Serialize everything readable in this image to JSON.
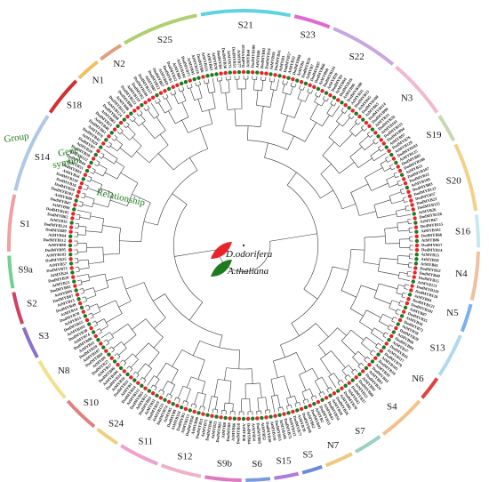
{
  "groups": [
    {
      "name": "S21",
      "start": -11,
      "end": 12,
      "color": "#5fd3e0"
    },
    {
      "name": "S23",
      "start": 12,
      "end": 22,
      "color": "#e06bd0"
    },
    {
      "name": "S22",
      "start": 22,
      "end": 40,
      "color": "#c9a6e0"
    },
    {
      "name": "N3",
      "start": 40,
      "end": 56,
      "color": "#f3b8c8"
    },
    {
      "name": "S19",
      "start": 56,
      "end": 64,
      "color": "#c8d8b0"
    },
    {
      "name": "S20",
      "start": 64,
      "end": 82,
      "color": "#f3d08a"
    },
    {
      "name": "S16",
      "start": 82,
      "end": 91,
      "color": "#c8e8f0"
    },
    {
      "name": "N4",
      "start": 91,
      "end": 104,
      "color": "#f0c0a0"
    },
    {
      "name": "N5",
      "start": 104,
      "end": 112,
      "color": "#7ab0f0"
    },
    {
      "name": "S13",
      "start": 112,
      "end": 124,
      "color": "#b0d8f0"
    },
    {
      "name": "N6",
      "start": 124,
      "end": 131,
      "color": "#e04040"
    },
    {
      "name": "S4",
      "start": 131,
      "end": 144,
      "color": "#f7c08a"
    },
    {
      "name": "S7",
      "start": 144,
      "end": 152,
      "color": "#9ad0c0"
    },
    {
      "name": "N7",
      "start": 152,
      "end": 160,
      "color": "#f0c880"
    },
    {
      "name": "S5",
      "start": 160,
      "end": 166,
      "color": "#6a8ae0"
    },
    {
      "name": "S15",
      "start": 166,
      "end": 173,
      "color": "#b07ae0"
    },
    {
      "name": "S6",
      "start": 173,
      "end": 180,
      "color": "#7a9ae0"
    },
    {
      "name": "S9b",
      "start": 180,
      "end": 190,
      "color": "#e07ac0"
    },
    {
      "name": "S12",
      "start": 190,
      "end": 201,
      "color": "#f0b0c8"
    },
    {
      "name": "S11",
      "start": 201,
      "end": 212,
      "color": "#f0a0d0"
    },
    {
      "name": "S24",
      "start": 212,
      "end": 219,
      "color": "#f0d080"
    },
    {
      "name": "S10",
      "start": 219,
      "end": 229,
      "color": "#e08080"
    },
    {
      "name": "N8",
      "start": 229,
      "end": 241,
      "color": "#f0e090"
    },
    {
      "name": "S3",
      "start": 241,
      "end": 250,
      "color": "#8a70c8"
    },
    {
      "name": "S2",
      "start": 250,
      "end": 259,
      "color": "#d04060"
    },
    {
      "name": "S9a",
      "start": 259,
      "end": 268,
      "color": "#70d090"
    },
    {
      "name": "S1",
      "start": 268,
      "end": 283,
      "color": "#f0a0a0"
    },
    {
      "name": "S14",
      "start": 283,
      "end": 304,
      "color": "#b0c8e8"
    },
    {
      "name": "S18",
      "start": 304,
      "end": 315,
      "color": "#d03030"
    },
    {
      "name": "N1",
      "start": 315,
      "end": 322,
      "color": "#f0c060"
    },
    {
      "name": "N2",
      "start": 322,
      "end": 329,
      "color": "#e0a080"
    },
    {
      "name": "S25",
      "start": 329,
      "end": 349,
      "color": "#b0d070"
    }
  ],
  "leaves": [
    {
      "label": "AtMYB70",
      "sp": "At"
    },
    {
      "label": "DodMYB4",
      "sp": "Dod"
    },
    {
      "label": "DodMYB36",
      "sp": "Dod"
    },
    {
      "label": "AtMYB73",
      "sp": "At"
    },
    {
      "label": "DodMYB51",
      "sp": "Dod"
    },
    {
      "label": "AtMYB77",
      "sp": "At"
    },
    {
      "label": "DodMYB118",
      "sp": "Dod"
    },
    {
      "label": "AtMYB44",
      "sp": "At"
    },
    {
      "label": "DodMYB109",
      "sp": "Dod"
    },
    {
      "label": "AtMYB48",
      "sp": "At"
    },
    {
      "label": "DodMYB81",
      "sp": "Dod"
    },
    {
      "label": "DodMYB14",
      "sp": "Dod"
    },
    {
      "label": "AtMYB59",
      "sp": "At"
    },
    {
      "label": "DodMYB41",
      "sp": "Dod"
    },
    {
      "label": "AtMYB3",
      "sp": "At"
    },
    {
      "label": "DodMYB57",
      "sp": "Dod"
    },
    {
      "label": "AtMYB32",
      "sp": "At"
    },
    {
      "label": "DodMYB88",
      "sp": "Dod"
    },
    {
      "label": "AtMYB4",
      "sp": "At"
    },
    {
      "label": "DodMYB29",
      "sp": "Dod"
    },
    {
      "label": "AtMYB7",
      "sp": "At"
    },
    {
      "label": "DodMYB97",
      "sp": "Dod"
    },
    {
      "label": "DodMYB60",
      "sp": "Dod"
    },
    {
      "label": "AtMYB60",
      "sp": "At"
    },
    {
      "label": "DodMYB116",
      "sp": "Dod"
    },
    {
      "label": "AtMYB30",
      "sp": "At"
    },
    {
      "label": "DodMYB3",
      "sp": "Dod"
    },
    {
      "label": "AtMYB94",
      "sp": "At"
    },
    {
      "label": "DodMYB16",
      "sp": "Dod"
    },
    {
      "label": "AtMYB96",
      "sp": "At"
    },
    {
      "label": "DodMYB108",
      "sp": "Dod"
    },
    {
      "label": "AtMYB31",
      "sp": "At"
    },
    {
      "label": "DodMYB13",
      "sp": "Dod"
    },
    {
      "label": "AtMYB45",
      "sp": "At"
    },
    {
      "label": "DodMYB100",
      "sp": "Dod"
    },
    {
      "label": "AtMYB65",
      "sp": "At"
    },
    {
      "label": "DodMYB114",
      "sp": "Dod"
    },
    {
      "label": "DodMYB90",
      "sp": "Dod"
    },
    {
      "label": "AtMYB33",
      "sp": "At"
    },
    {
      "label": "DodMYB56",
      "sp": "Dod"
    },
    {
      "label": "AtMYB101",
      "sp": "At"
    },
    {
      "label": "DodMYB111",
      "sp": "Dod"
    },
    {
      "label": "DodMYB94",
      "sp": "Dod"
    },
    {
      "label": "AtMYB97",
      "sp": "At"
    },
    {
      "label": "DodMYB76",
      "sp": "Dod"
    },
    {
      "label": "AtMYB120",
      "sp": "At"
    },
    {
      "label": "DodMYB103",
      "sp": "Dod"
    },
    {
      "label": "AtMYB125",
      "sp": "At"
    },
    {
      "label": "DodMYB82",
      "sp": "Dod"
    },
    {
      "label": "DodMYB106",
      "sp": "Dod"
    },
    {
      "label": "AtMYB25",
      "sp": "At"
    },
    {
      "label": "DodMYB107",
      "sp": "Dod"
    },
    {
      "label": "DodMYB22",
      "sp": "Dod"
    },
    {
      "label": "AtMYB109",
      "sp": "At"
    },
    {
      "label": "DodMYB83",
      "sp": "Dod"
    },
    {
      "label": "DodMYB123",
      "sp": "Dod"
    },
    {
      "label": "DodMYB57",
      "sp": "Dod"
    },
    {
      "label": "DodMYB23",
      "sp": "Dod"
    },
    {
      "label": "DodMYB125",
      "sp": "Dod"
    },
    {
      "label": "AtMYB26",
      "sp": "At"
    },
    {
      "label": "DodMYB126",
      "sp": "Dod"
    },
    {
      "label": "AtMYB67",
      "sp": "At"
    },
    {
      "label": "DodMYB115",
      "sp": "Dod"
    },
    {
      "label": "AtMYB102",
      "sp": "At"
    },
    {
      "label": "DodMYB66",
      "sp": "Dod"
    },
    {
      "label": "AtMYB86",
      "sp": "At"
    },
    {
      "label": "DodMYB17",
      "sp": "Dod"
    },
    {
      "label": "DodMYB14",
      "sp": "Dod"
    },
    {
      "label": "AtMYB55",
      "sp": "At"
    },
    {
      "label": "AtMYB58",
      "sp": "At"
    },
    {
      "label": "AtMYB61",
      "sp": "At"
    },
    {
      "label": "DodMYB52",
      "sp": "Dod"
    },
    {
      "label": "DodMYB40",
      "sp": "Dod"
    },
    {
      "label": "DodMYB15",
      "sp": "Dod"
    },
    {
      "label": "AtMYB121",
      "sp": "At"
    },
    {
      "label": "DodMYB119",
      "sp": "Dod"
    },
    {
      "label": "DodMYB120",
      "sp": "Dod"
    },
    {
      "label": "AtMYB84",
      "sp": "At"
    },
    {
      "label": "DodMYB121",
      "sp": "Dod"
    },
    {
      "label": "DodMYB101",
      "sp": "Dod"
    },
    {
      "label": "AtMYB87",
      "sp": "At"
    },
    {
      "label": "DodMYB35",
      "sp": "Dod"
    },
    {
      "label": "AtMYB36",
      "sp": "At"
    },
    {
      "label": "DodMYB72",
      "sp": "Dod"
    },
    {
      "label": "AtMYB38",
      "sp": "At"
    },
    {
      "label": "DodMYB28",
      "sp": "Dod"
    },
    {
      "label": "AtMYB68",
      "sp": "At"
    },
    {
      "label": "DodMYB84",
      "sp": "Dod"
    },
    {
      "label": "AtMYB37",
      "sp": "At"
    },
    {
      "label": "DodMYB45",
      "sp": "Dod"
    },
    {
      "label": "AtMYB117",
      "sp": "At"
    },
    {
      "label": "DodMYB79",
      "sp": "Dod"
    },
    {
      "label": "AtMYB105",
      "sp": "At"
    },
    {
      "label": "DodMYB10",
      "sp": "Dod"
    },
    {
      "label": "AtMYB39",
      "sp": "At"
    },
    {
      "label": "DodMYB43",
      "sp": "Dod"
    },
    {
      "label": "AtMYB93",
      "sp": "At"
    },
    {
      "label": "DodMYB24",
      "sp": "Dod"
    },
    {
      "label": "AtMYB92",
      "sp": "At"
    },
    {
      "label": "DodMYB68",
      "sp": "Dod"
    },
    {
      "label": "AtMYB53",
      "sp": "At"
    },
    {
      "label": "DodMYB37",
      "sp": "Dod"
    },
    {
      "label": "AtMYB42",
      "sp": "At"
    },
    {
      "label": "DodMYB70",
      "sp": "Dod"
    },
    {
      "label": "AtMYB85",
      "sp": "At"
    },
    {
      "label": "DodMYB26",
      "sp": "Dod"
    },
    {
      "label": "AtMYB20",
      "sp": "At"
    },
    {
      "label": "DodMYB54",
      "sp": "Dod"
    },
    {
      "label": "AtMYB43",
      "sp": "At"
    },
    {
      "label": "DodMYB33",
      "sp": "Dod"
    },
    {
      "label": "AtMYB2",
      "sp": "At"
    },
    {
      "label": "DodMYB91",
      "sp": "Dod"
    },
    {
      "label": "AtMYB62",
      "sp": "At"
    },
    {
      "label": "DodMYB48",
      "sp": "Dod"
    },
    {
      "label": "AtMYB78",
      "sp": "At"
    },
    {
      "label": "DodMYB77",
      "sp": "Dod"
    },
    {
      "label": "AtMYB112",
      "sp": "At"
    },
    {
      "label": "DodMYB71",
      "sp": "Dod"
    },
    {
      "label": "AtMYB108",
      "sp": "At"
    },
    {
      "label": "DodMYB53",
      "sp": "Dod"
    },
    {
      "label": "AtMYB116",
      "sp": "At"
    },
    {
      "label": "DodMYB30",
      "sp": "Dod"
    },
    {
      "label": "AtMYB52",
      "sp": "At"
    },
    {
      "label": "DodMYB99",
      "sp": "Dod"
    },
    {
      "label": "AtMYB54",
      "sp": "At"
    },
    {
      "label": "DodMYB64",
      "sp": "Dod"
    },
    {
      "label": "AtMYB56",
      "sp": "At"
    },
    {
      "label": "DodMYB58",
      "sp": "Dod"
    },
    {
      "label": "AtMYB66",
      "sp": "At"
    },
    {
      "label": "DodMYB8",
      "sp": "Dod"
    },
    {
      "label": "AtMYB0",
      "sp": "At"
    },
    {
      "label": "DodMYB85",
      "sp": "Dod"
    },
    {
      "label": "AtMYB23",
      "sp": "At"
    },
    {
      "label": "DodMYB46",
      "sp": "Dod"
    },
    {
      "label": "AtMYB75",
      "sp": "At"
    },
    {
      "label": "DodMYB31",
      "sp": "Dod"
    },
    {
      "label": "AtMYB90",
      "sp": "At"
    },
    {
      "label": "DodMYB50",
      "sp": "Dod"
    },
    {
      "label": "AtMYB113",
      "sp": "At"
    },
    {
      "label": "DodMYB5",
      "sp": "Dod"
    },
    {
      "label": "AtMYB114",
      "sp": "At"
    },
    {
      "label": "DodMYB9",
      "sp": "Dod"
    },
    {
      "label": "AtMYB5",
      "sp": "At"
    },
    {
      "label": "DodMYB74",
      "sp": "Dod"
    },
    {
      "label": "AtMYB123",
      "sp": "At"
    },
    {
      "label": "DodMYB19",
      "sp": "Dod"
    },
    {
      "label": "AtMYB11",
      "sp": "At"
    },
    {
      "label": "DodMYB63",
      "sp": "Dod"
    },
    {
      "label": "AtMYB12",
      "sp": "At"
    },
    {
      "label": "DodMYB65",
      "sp": "Dod"
    },
    {
      "label": "AtMYB111",
      "sp": "At"
    },
    {
      "label": "DodMYB34",
      "sp": "Dod"
    },
    {
      "label": "AtMYB1",
      "sp": "At"
    },
    {
      "label": "DodMYB11",
      "sp": "Dod"
    },
    {
      "label": "AtMYB16",
      "sp": "At"
    },
    {
      "label": "DodMYB18",
      "sp": "Dod"
    },
    {
      "label": "AtMYB106",
      "sp": "At"
    },
    {
      "label": "DodMYB96",
      "sp": "Dod"
    },
    {
      "label": "AtMYB17",
      "sp": "At"
    },
    {
      "label": "DodMYB27",
      "sp": "Dod"
    },
    {
      "label": "AtMYB9",
      "sp": "At"
    },
    {
      "label": "DodMYB69",
      "sp": "Dod"
    },
    {
      "label": "AtMYB107",
      "sp": "At"
    },
    {
      "label": "DodMYB59",
      "sp": "Dod"
    },
    {
      "label": "AtMYB41",
      "sp": "At"
    },
    {
      "label": "DodMYB86",
      "sp": "Dod"
    },
    {
      "label": "AtMYB74",
      "sp": "At"
    },
    {
      "label": "DodMYB20",
      "sp": "Dod"
    },
    {
      "label": "AtMYB102",
      "sp": "At"
    },
    {
      "label": "DodMYB55",
      "sp": "Dod"
    },
    {
      "label": "AtMYB15",
      "sp": "At"
    },
    {
      "label": "DodMYB78",
      "sp": "Dod"
    },
    {
      "label": "AtMYB14",
      "sp": "At"
    },
    {
      "label": "DodMYB49",
      "sp": "Dod"
    },
    {
      "label": "AtMYB13",
      "sp": "At"
    },
    {
      "label": "DodMYB87",
      "sp": "Dod"
    },
    {
      "label": "AtMYB99",
      "sp": "At"
    },
    {
      "label": "DodMYB92",
      "sp": "Dod"
    },
    {
      "label": "AtMYB21",
      "sp": "At"
    },
    {
      "label": "DodMYB39",
      "sp": "Dod"
    },
    {
      "label": "AtMYB24",
      "sp": "At"
    },
    {
      "label": "DodMYB73",
      "sp": "Dod"
    },
    {
      "label": "AtMYB57",
      "sp": "At"
    },
    {
      "label": "DodMYB25",
      "sp": "Dod"
    },
    {
      "label": "AtMYB103",
      "sp": "At"
    },
    {
      "label": "DodMYB95",
      "sp": "Dod"
    },
    {
      "label": "AtMYB80",
      "sp": "At"
    },
    {
      "label": "DodMYB112",
      "sp": "Dod"
    },
    {
      "label": "AtMYB64",
      "sp": "At"
    },
    {
      "label": "DodMYB89",
      "sp": "Dod"
    },
    {
      "label": "DodMYB124",
      "sp": "Dod"
    },
    {
      "label": "AtMYB35",
      "sp": "At"
    },
    {
      "label": "DodMYB62",
      "sp": "Dod"
    },
    {
      "label": "DodMYB105",
      "sp": "Dod"
    },
    {
      "label": "AtMYB98",
      "sp": "At"
    },
    {
      "label": "DodMYB47",
      "sp": "Dod"
    },
    {
      "label": "AtMYB88",
      "sp": "At"
    },
    {
      "label": "DodMYB102",
      "sp": "Dod"
    },
    {
      "label": "DodMYB50",
      "sp": "Dod"
    },
    {
      "label": "DodMYB16",
      "sp": "Dod"
    },
    {
      "label": "DodMYB110",
      "sp": "Dod"
    },
    {
      "label": "AtMYB34",
      "sp": "At"
    },
    {
      "label": "DodMYB93",
      "sp": "Dod"
    },
    {
      "label": "AtMYB51",
      "sp": "At"
    },
    {
      "label": "DodMYB44",
      "sp": "Dod"
    },
    {
      "label": "AtMYB122",
      "sp": "At"
    },
    {
      "label": "DodMYB38",
      "sp": "Dod"
    },
    {
      "label": "AtMYB28",
      "sp": "At"
    },
    {
      "label": "DodMYB7",
      "sp": "Dod"
    },
    {
      "label": "AtMYB29",
      "sp": "At"
    },
    {
      "label": "DodMYB42",
      "sp": "Dod"
    },
    {
      "label": "AtMYB76",
      "sp": "At"
    },
    {
      "label": "DodMYB61",
      "sp": "Dod"
    },
    {
      "label": "AtMYB46",
      "sp": "At"
    },
    {
      "label": "DodMYB21",
      "sp": "Dod"
    },
    {
      "label": "AtMYB83",
      "sp": "At"
    },
    {
      "label": "DodMYB98",
      "sp": "Dod"
    },
    {
      "label": "AtMYB124",
      "sp": "At"
    },
    {
      "label": "DodMYB113",
      "sp": "Dod"
    },
    {
      "label": "AtMYB88",
      "sp": "At"
    },
    {
      "label": "DodMYB80",
      "sp": "Dod"
    },
    {
      "label": "DodMYB122",
      "sp": "Dod"
    },
    {
      "label": "AtMYB119",
      "sp": "At"
    },
    {
      "label": "DodMYB2",
      "sp": "Dod"
    },
    {
      "label": "DodMYB104",
      "sp": "Dod"
    },
    {
      "label": "DodMYB117",
      "sp": "Dod"
    },
    {
      "label": "AtMYB87",
      "sp": "At"
    },
    {
      "label": "DodMYB12",
      "sp": "Dod"
    },
    {
      "label": "DodMYB67",
      "sp": "Dod"
    },
    {
      "label": "AtMYB69",
      "sp": "At"
    },
    {
      "label": "DodMYB1",
      "sp": "Dod"
    },
    {
      "label": "DodMYB32",
      "sp": "Dod"
    },
    {
      "label": "AtMYB81",
      "sp": "At"
    },
    {
      "label": "AtMYB104",
      "sp": "At"
    },
    {
      "label": "DodMYB75",
      "sp": "Dod"
    },
    {
      "label": "AtMYB91",
      "sp": "At"
    },
    {
      "label": "AtMYB118",
      "sp": "At"
    },
    {
      "label": "DodMYB6",
      "sp": "Dod"
    },
    {
      "label": "AtMYB115",
      "sp": "At"
    },
    {
      "label": "AtMYB63",
      "sp": "At"
    }
  ],
  "annotations": {
    "group": "Group",
    "gene": "Gene",
    "symbol": "symbol",
    "relationship": "Relationship"
  },
  "legend": [
    {
      "label": "D.odorifera",
      "color": "#e8242a"
    },
    {
      "label": "A.thaliana",
      "color": "#1e7a1e"
    }
  ]
}
